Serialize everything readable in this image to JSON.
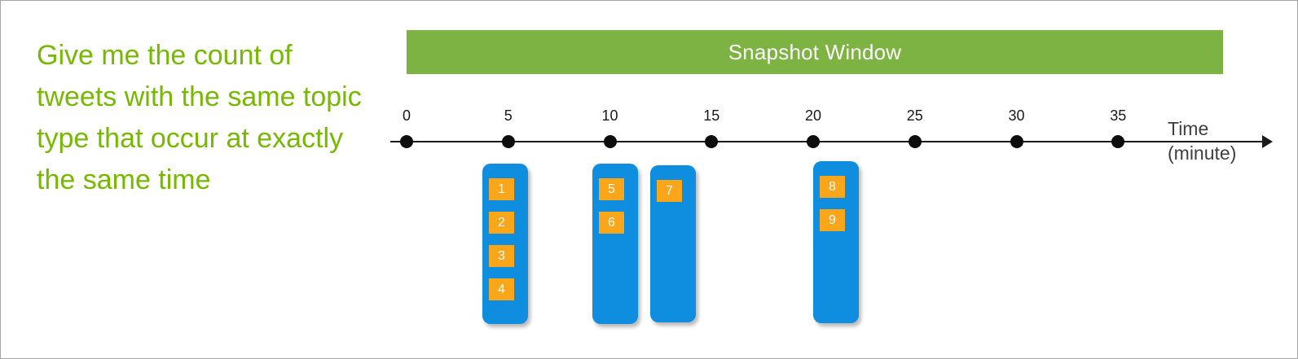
{
  "caption": {
    "text": "Give me the count of tweets with the same topic type that occur at exactly the same time",
    "color": "#76b900"
  },
  "snapshot_window": {
    "label": "Snapshot Window",
    "color": "#7cb342",
    "text_color": "#ffffff"
  },
  "timeline": {
    "axis_title_line1": "Time",
    "axis_title_line2": "(minute)",
    "ticks": [
      {
        "label": "0",
        "value": 0
      },
      {
        "label": "5",
        "value": 5
      },
      {
        "label": "10",
        "value": 10
      },
      {
        "label": "15",
        "value": 15
      },
      {
        "label": "20",
        "value": 20
      },
      {
        "label": "25",
        "value": 25
      },
      {
        "label": "30",
        "value": 30
      },
      {
        "label": "35",
        "value": 35
      }
    ]
  },
  "columns": [
    {
      "name": "column-t5",
      "time": 5,
      "color": "#0f8ee0",
      "tiles": [
        {
          "label": "1"
        },
        {
          "label": "2"
        },
        {
          "label": "3"
        },
        {
          "label": "4"
        }
      ]
    },
    {
      "name": "column-t10-a",
      "time": 10,
      "color": "#0f8ee0",
      "tiles": [
        {
          "label": "5"
        },
        {
          "label": "6"
        }
      ]
    },
    {
      "name": "column-t10-b",
      "time": 10,
      "color": "#0f8ee0",
      "tiles": [
        {
          "label": "7"
        }
      ]
    },
    {
      "name": "column-t20",
      "time": 20,
      "color": "#0f8ee0",
      "tiles": [
        {
          "label": "8"
        },
        {
          "label": "9"
        }
      ]
    }
  ],
  "tile_color": "#faa61a",
  "tile_text_color": "#ffffff"
}
